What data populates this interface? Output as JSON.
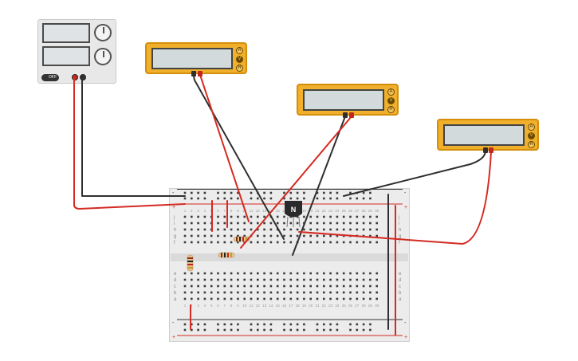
{
  "power_supply": {
    "switch_label": "OFF",
    "positive_terminal_color": "#c0271f",
    "negative_terminal_color": "#333333"
  },
  "multimeters": [
    {
      "name": "multimeter-1",
      "buttons": [
        "A",
        "V",
        "R"
      ],
      "active": "V"
    },
    {
      "name": "multimeter-2",
      "buttons": [
        "A",
        "V",
        "R"
      ],
      "active": "V"
    },
    {
      "name": "multimeter-3",
      "buttons": [
        "A",
        "V",
        "R"
      ],
      "active": "V"
    }
  ],
  "breadboard": {
    "column_numbers": [
      "1",
      "2",
      "3",
      "4",
      "5",
      "6",
      "7",
      "8",
      "9",
      "10",
      "11",
      "12",
      "13",
      "14",
      "15",
      "16",
      "17",
      "18",
      "19",
      "20",
      "21",
      "22",
      "23",
      "24",
      "25",
      "26",
      "27",
      "28",
      "29",
      "30"
    ],
    "row_letters_top": [
      "j",
      "i",
      "h",
      "g",
      "f"
    ],
    "row_letters_bottom": [
      "e",
      "d",
      "c",
      "b",
      "a"
    ],
    "rail_plus": "+",
    "rail_minus": "-"
  },
  "transistor": {
    "label": "N"
  },
  "colors": {
    "wire_red": "#d42a22",
    "wire_black": "#2f2f2f",
    "multimeter_body": "#f0b02c",
    "rail_red": "#d42a22",
    "rail_black": "#333333"
  }
}
